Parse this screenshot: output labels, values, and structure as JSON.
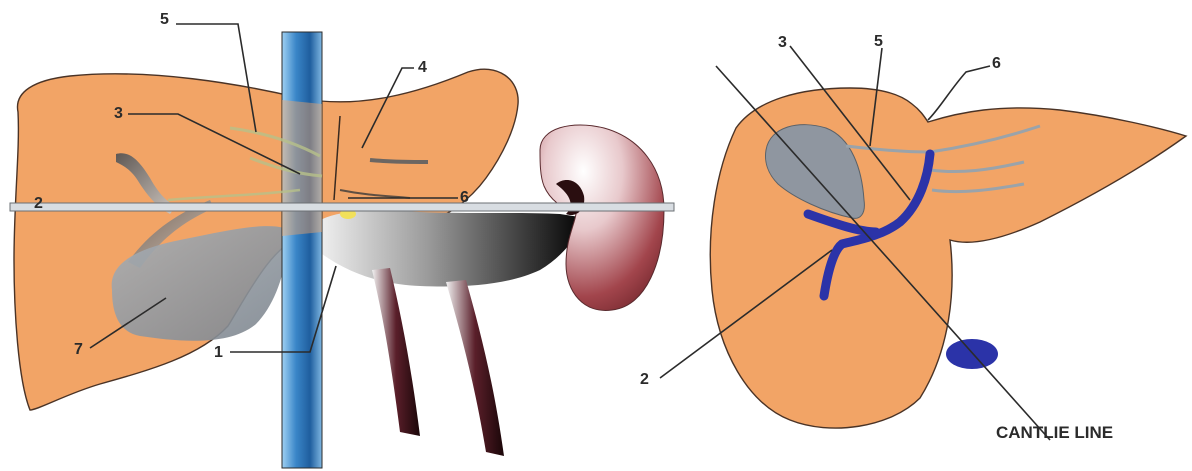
{
  "figure": {
    "left_panel": {
      "labels": {
        "l1": "1",
        "l2": "2",
        "l3": "3",
        "l4": "4",
        "l5": "5",
        "l6": "6",
        "l7": "7"
      }
    },
    "right_panel": {
      "labels": {
        "r2": "2",
        "r3": "3",
        "r5": "5",
        "r6": "6"
      },
      "caption": "CANTLIE LINE"
    }
  },
  "colors": {
    "liver": "#f2a466",
    "liver_outline": "#4a3326",
    "gallbladder": "#8f96a0",
    "vena_cava": "#3a86c8",
    "portal_vein": "#2b33a8",
    "kidney": "#8b3a3f",
    "hepatic_veins": "#9aa3aa"
  }
}
